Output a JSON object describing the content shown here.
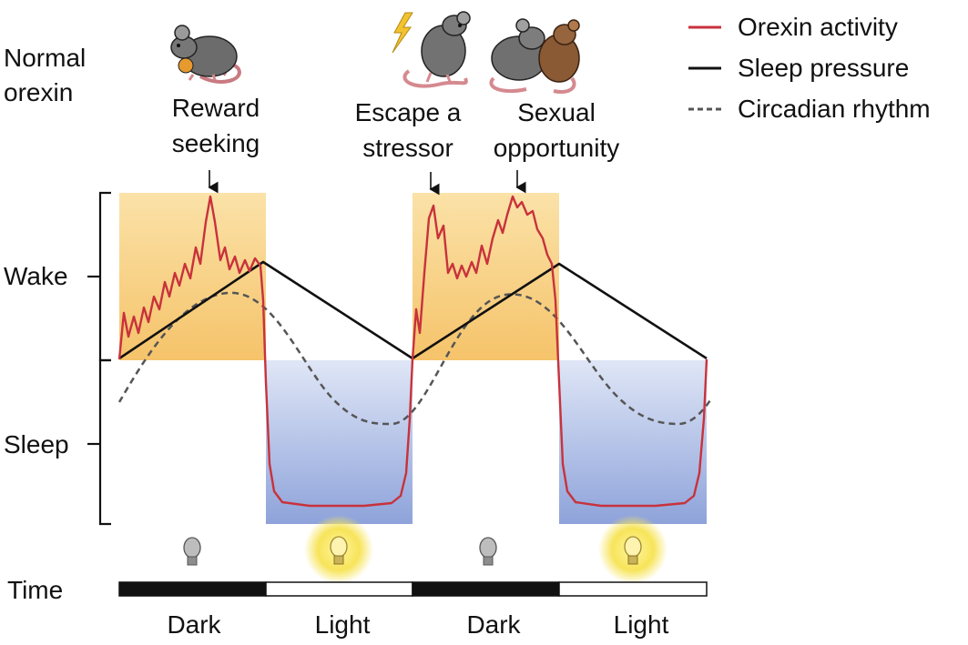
{
  "header": {
    "condition_line1": "Normal",
    "condition_line2": "orexin"
  },
  "legend": [
    {
      "label": "Orexin activity",
      "color": "#c8323c",
      "style": "solid"
    },
    {
      "label": "Sleep pressure",
      "color": "#111111",
      "style": "solid"
    },
    {
      "label": "Circadian rhythm",
      "color": "#555555",
      "style": "dashed"
    }
  ],
  "events": [
    {
      "id": "reward",
      "line1": "Reward",
      "line2": "seeking",
      "icon": "mouse-eating-icon"
    },
    {
      "id": "stress",
      "line1": "Escape a",
      "line2": "stressor",
      "icon": "shocked-mouse-icon"
    },
    {
      "id": "sex",
      "line1": "Sexual",
      "line2": "opportunity",
      "icon": "mouse-pair-icon"
    }
  ],
  "states": {
    "wake": "Wake",
    "sleep": "Sleep"
  },
  "time": {
    "label": "Time",
    "phases": [
      {
        "label": "Dark",
        "kind": "dark",
        "icon": "bulb-off-icon"
      },
      {
        "label": "Light",
        "kind": "light",
        "icon": "bulb-on-icon"
      },
      {
        "label": "Dark",
        "kind": "dark",
        "icon": "bulb-off-icon"
      },
      {
        "label": "Light",
        "kind": "light",
        "icon": "bulb-on-icon"
      }
    ]
  },
  "colors": {
    "wake_shade": "#f5c86a",
    "sleep_shade": "#8fa6dc",
    "orexin": "#c8323c",
    "pressure": "#111111",
    "circadian": "#555555"
  }
}
